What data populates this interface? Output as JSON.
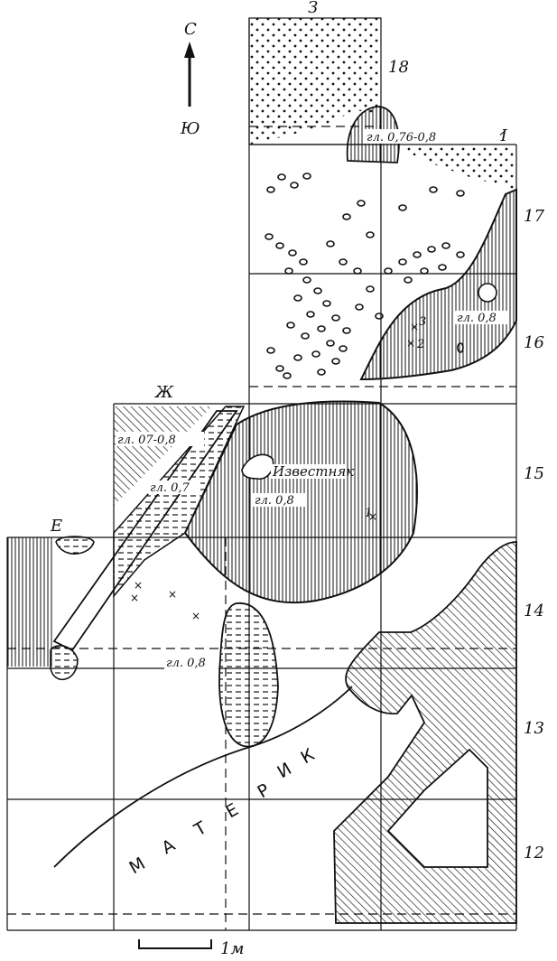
{
  "compass": {
    "north": "С",
    "south": "Ю"
  },
  "columns": {
    "e": "Е",
    "zh": "Ж",
    "z": "З",
    "i": "И"
  },
  "rows": {
    "r18": "18",
    "r17": "17",
    "r16": "16",
    "r15": "15",
    "r14": "14",
    "r13": "13",
    "r12": "12"
  },
  "depths": {
    "d1": "гл. 0,76-0,8",
    "d2": "гл. 0,8",
    "d3": "гл. 07-0,8",
    "d4": "гл. 0,7",
    "d5": "гл. 0,8",
    "d6": "гл. 0,8"
  },
  "labels": {
    "limestone": "Известняк",
    "bedrock": [
      "М",
      "А",
      "Т",
      "Е",
      "Р",
      "И",
      "К"
    ]
  },
  "finds": {
    "f1": "1",
    "f2": "2",
    "f3": "3"
  },
  "scale": {
    "label": "1м"
  },
  "colors": {
    "ink": "#111111",
    "paper": "#ffffff"
  }
}
